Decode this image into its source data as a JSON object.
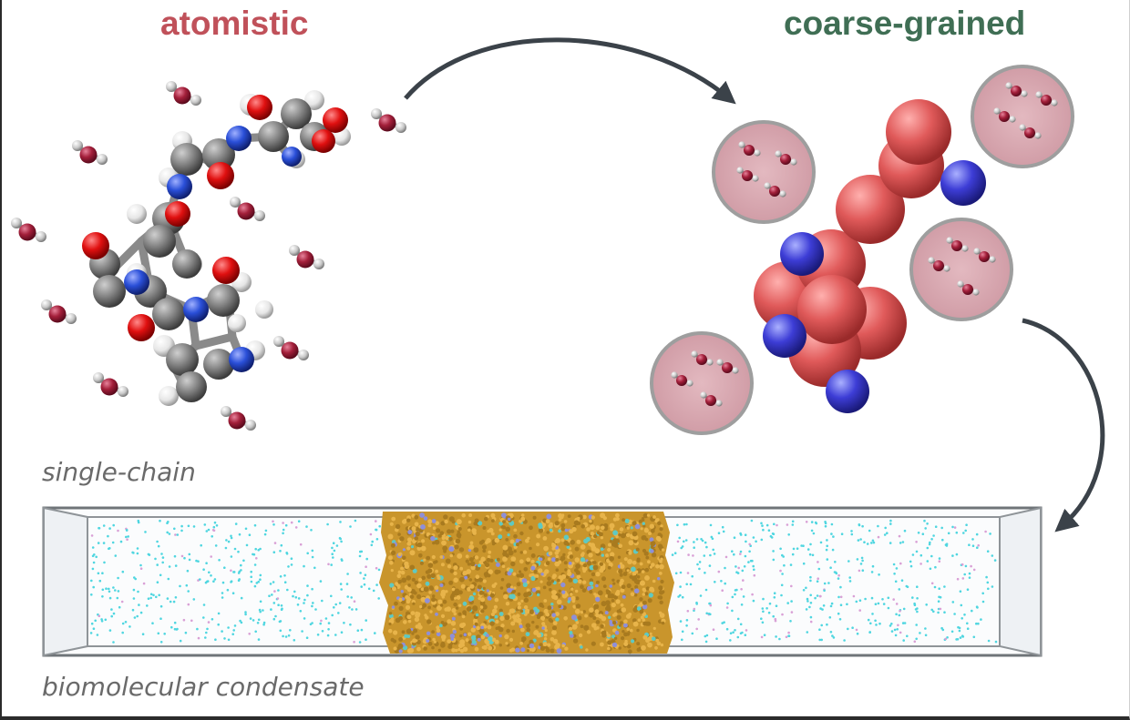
{
  "titles": {
    "atomistic": "atomistic",
    "coarse_grained": "coarse-grained"
  },
  "captions": {
    "single_chain": "single-chain",
    "condensate": "biomolecular condensate"
  },
  "colors": {
    "atomistic_title": "#c0515a",
    "coarse_grained_title": "#3f6e54",
    "carbon": "#7a7a7a",
    "oxygen": "#e01010",
    "nitrogen": "#2a4fd8",
    "hydrogen": "#f2f2f2",
    "water_oxygen": "#a31f3a",
    "cg_bead": "#e05a5a",
    "cg_side_bead": "#3d3dd6",
    "solvent_blob": "#d9a8b0",
    "condensate": "#c9952c",
    "dilute_particle": "#4fd6e0",
    "arrow": "#3b4249"
  },
  "icons": [
    "curved-arrow-icon",
    "curved-arrow-icon"
  ]
}
